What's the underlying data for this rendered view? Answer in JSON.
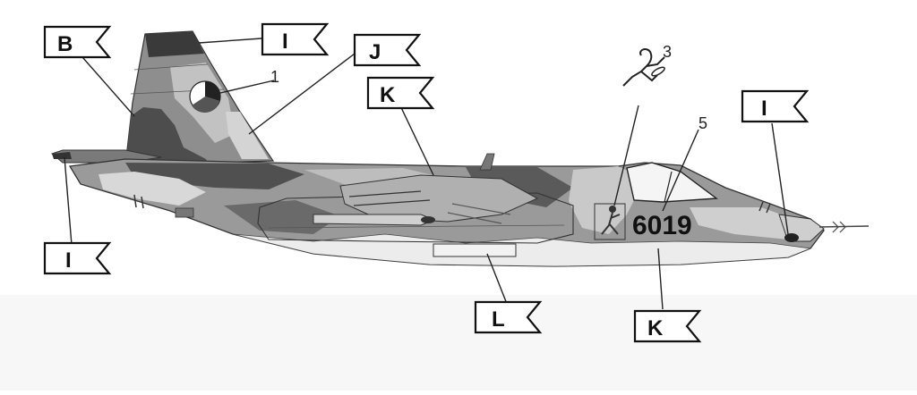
{
  "callouts": {
    "b_tail": "B",
    "i_fin_top": "I",
    "j_fin": "J",
    "k_wing": "K",
    "i_nose": "I",
    "i_tail_probe": "I",
    "l_belly": "L",
    "k_lower": "K"
  },
  "numbers": {
    "roundel": "1",
    "pilot": "3",
    "serial_ref": "5"
  },
  "aircraft": {
    "serial": "6019"
  },
  "colors": {
    "camo_dark": "#4a4a4a",
    "camo_mid": "#8c8c8c",
    "camo_light": "#bdbdbd",
    "camo_pale": "#e6e6e6",
    "outline": "#222222"
  }
}
